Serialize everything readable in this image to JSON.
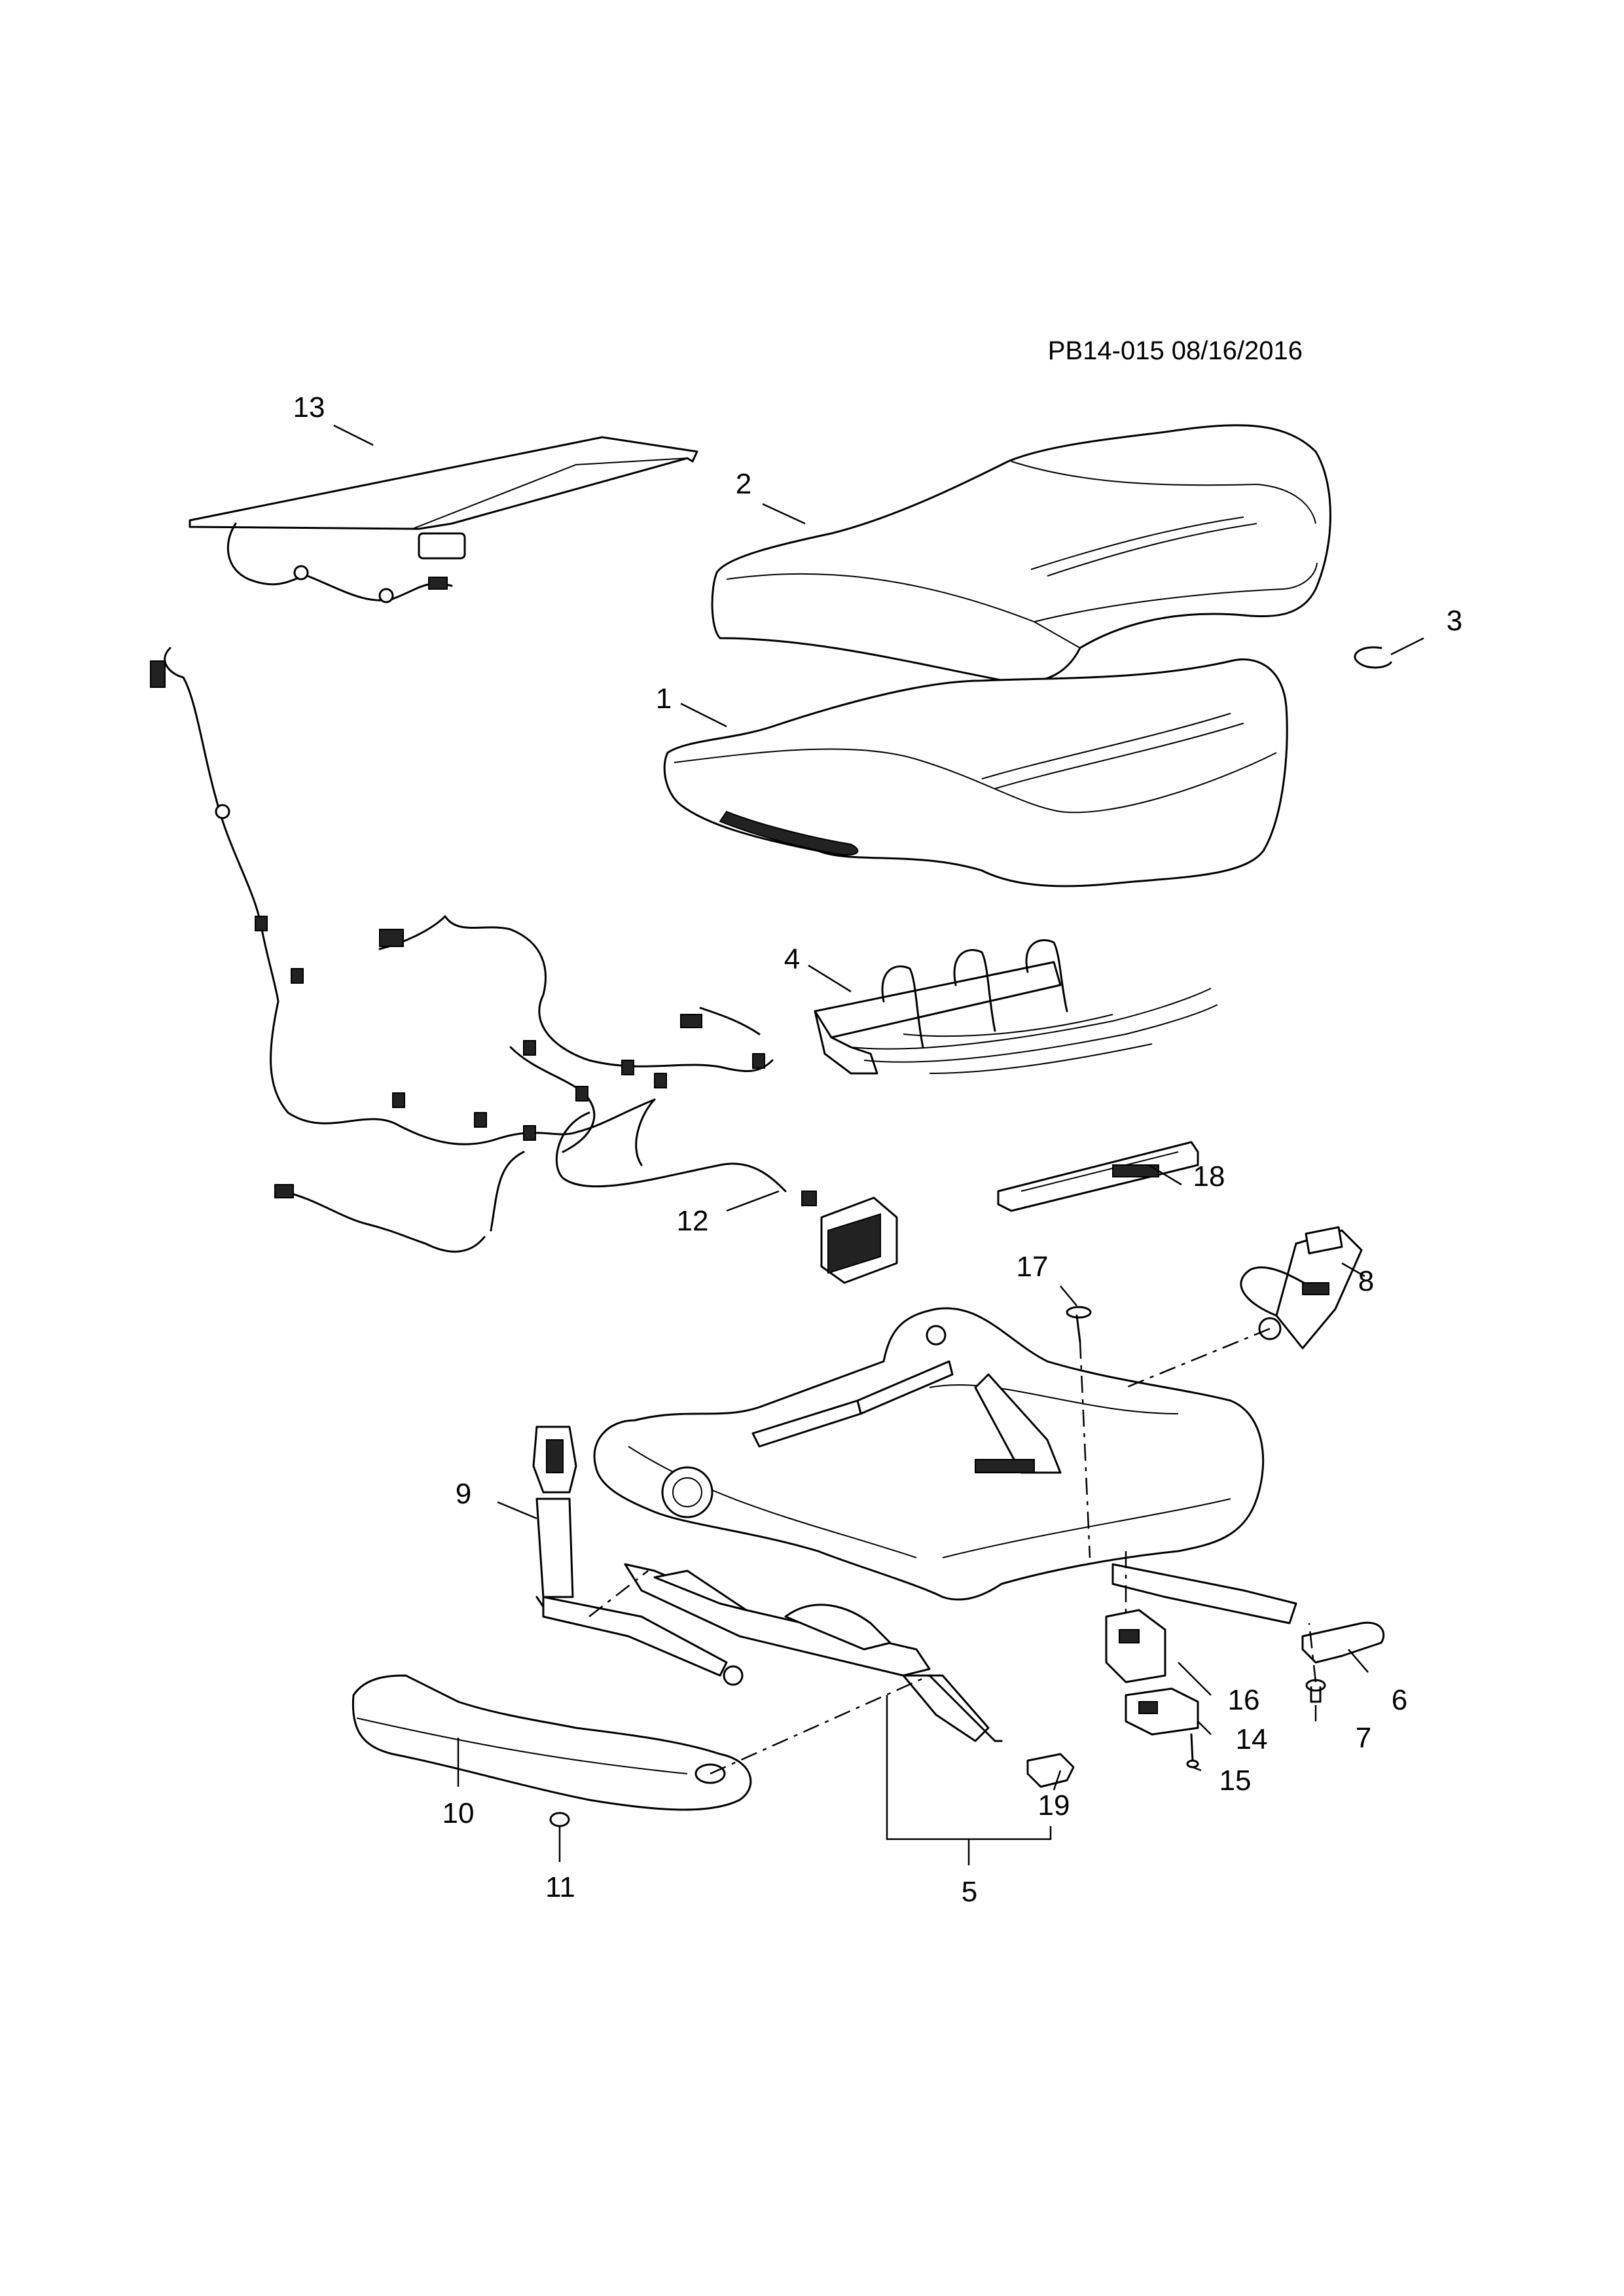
{
  "document": {
    "id": "PB14-015 08/16/2016"
  },
  "callouts": [
    "1",
    "2",
    "3",
    "4",
    "5",
    "6",
    "7",
    "8",
    "9",
    "10",
    "11",
    "12",
    "13",
    "14",
    "15",
    "16",
    "17",
    "18",
    "19"
  ]
}
